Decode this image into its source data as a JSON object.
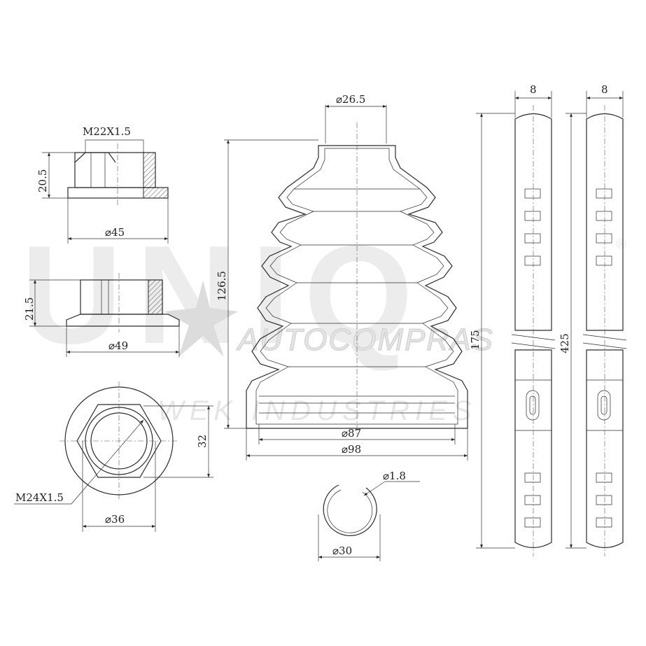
{
  "watermark": {
    "brand": "UNIQ",
    "registered": "®",
    "tagline": "AUTOCOMPRAS",
    "subline": "WEK INDUSTRIES"
  },
  "nut_flanged": {
    "thread_label": "M22X1.5",
    "height_label": "20.5",
    "diameter_label": "⌀45"
  },
  "nut_collar": {
    "height_label": "21.5",
    "diameter_label": "⌀49"
  },
  "nut_top_view": {
    "thread_label": "M24X1.5",
    "across_flats_label": "32",
    "diameter_label": "⌀36"
  },
  "boot": {
    "top_diameter_label": "⌀26.5",
    "height_label": "126.5",
    "inner_diameter_label": "⌀87",
    "outer_diameter_label": "⌀98"
  },
  "clip": {
    "wire_label": "⌀1.8",
    "diameter_label": "⌀30"
  },
  "strap_short": {
    "width_label": "8",
    "length_label": "175"
  },
  "strap_long": {
    "width_label": "8",
    "length_label": "425"
  }
}
